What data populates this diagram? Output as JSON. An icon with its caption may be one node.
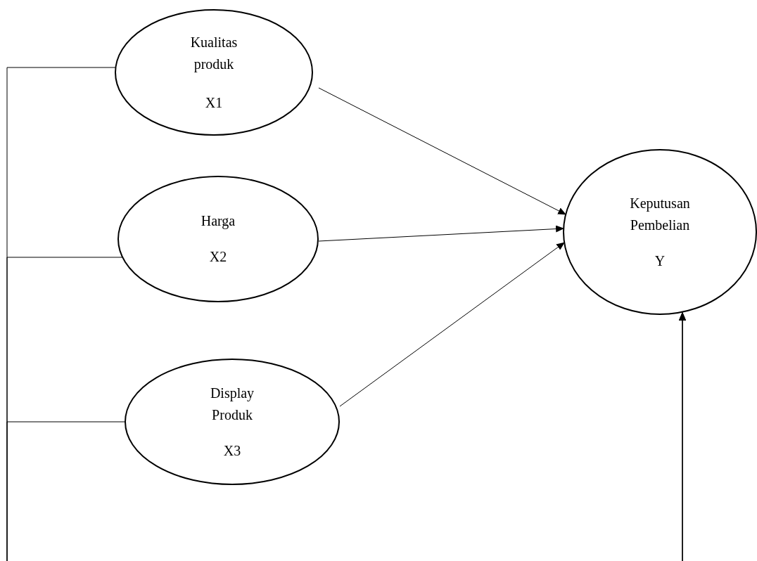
{
  "diagram": {
    "nodes": [
      {
        "text": [
          "Kualitas produk",
          "X1"
        ]
      },
      {
        "text": [
          "Harga",
          "X2"
        ]
      },
      {
        "text": [
          "Display Produk",
          "X3"
        ]
      },
      {
        "text": [
          "Keputusan Pembelian",
          "Y"
        ]
      }
    ],
    "edges": [
      {
        "from": 0,
        "to": 3,
        "arrow": "to"
      },
      {
        "from": 1,
        "to": 3,
        "arrow": "to"
      },
      {
        "from": 2,
        "to": 3,
        "arrow": "to"
      },
      {
        "from": 0,
        "to": 3,
        "arrow": "to"
      },
      {
        "from": 1,
        "to": 3,
        "arrow": "to"
      },
      {
        "from": 2,
        "to": 3,
        "arrow": "to"
      }
    ]
  }
}
